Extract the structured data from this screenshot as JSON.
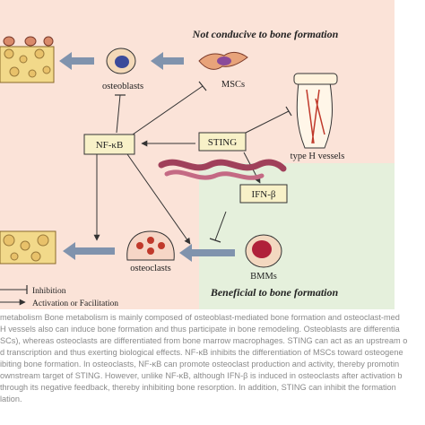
{
  "figure": {
    "title_top": "Not conducive to bone formation",
    "title_bottom": "Beneficial to bone formation",
    "nodes": {
      "osteoblasts": "osteoblasts",
      "mscs": "MSCs",
      "type_h_vessels": "type H vessels",
      "nfkb": "NF-κB",
      "sting": "STING",
      "ifnb": "IFN-β",
      "osteoclasts": "osteoclasts",
      "bmms": "BMMs"
    },
    "legend": {
      "inhibition": "Inhibition",
      "activation": "Activation or Facilitation"
    },
    "colors": {
      "top_band": "#fbe3d8",
      "bottom_band": "#e5f0dc",
      "node_box": "#f8f1c8",
      "big_arrow": "#8093ad",
      "line": "#333333"
    }
  },
  "caption": {
    "lines": [
      "metabolism Bone metabolism is mainly composed of osteoblast-mediated bone formation and osteoclast-med",
      " H vessels also can induce bone formation and thus participate in bone remodeling. Osteoblasts are differentia",
      "SCs), whereas osteoclasts are differentiated from bone marrow macrophages. STING can act as an upstream o",
      "d transcription and thus exerting biological effects. NF-κB inhibits the differentiation of MSCs toward osteogene",
      "ibiting bone formation. In osteoclasts, NF-κB can promote osteoclast production and activity, thereby promotin",
      "ownstream target of STING. However, unlike NF-κB, although IFN-β is induced in osteoclasts after activation b",
      " through its negative feedback, thereby inhibiting bone resorption. In addition, STING can inhibit the formation",
      "lation."
    ]
  }
}
